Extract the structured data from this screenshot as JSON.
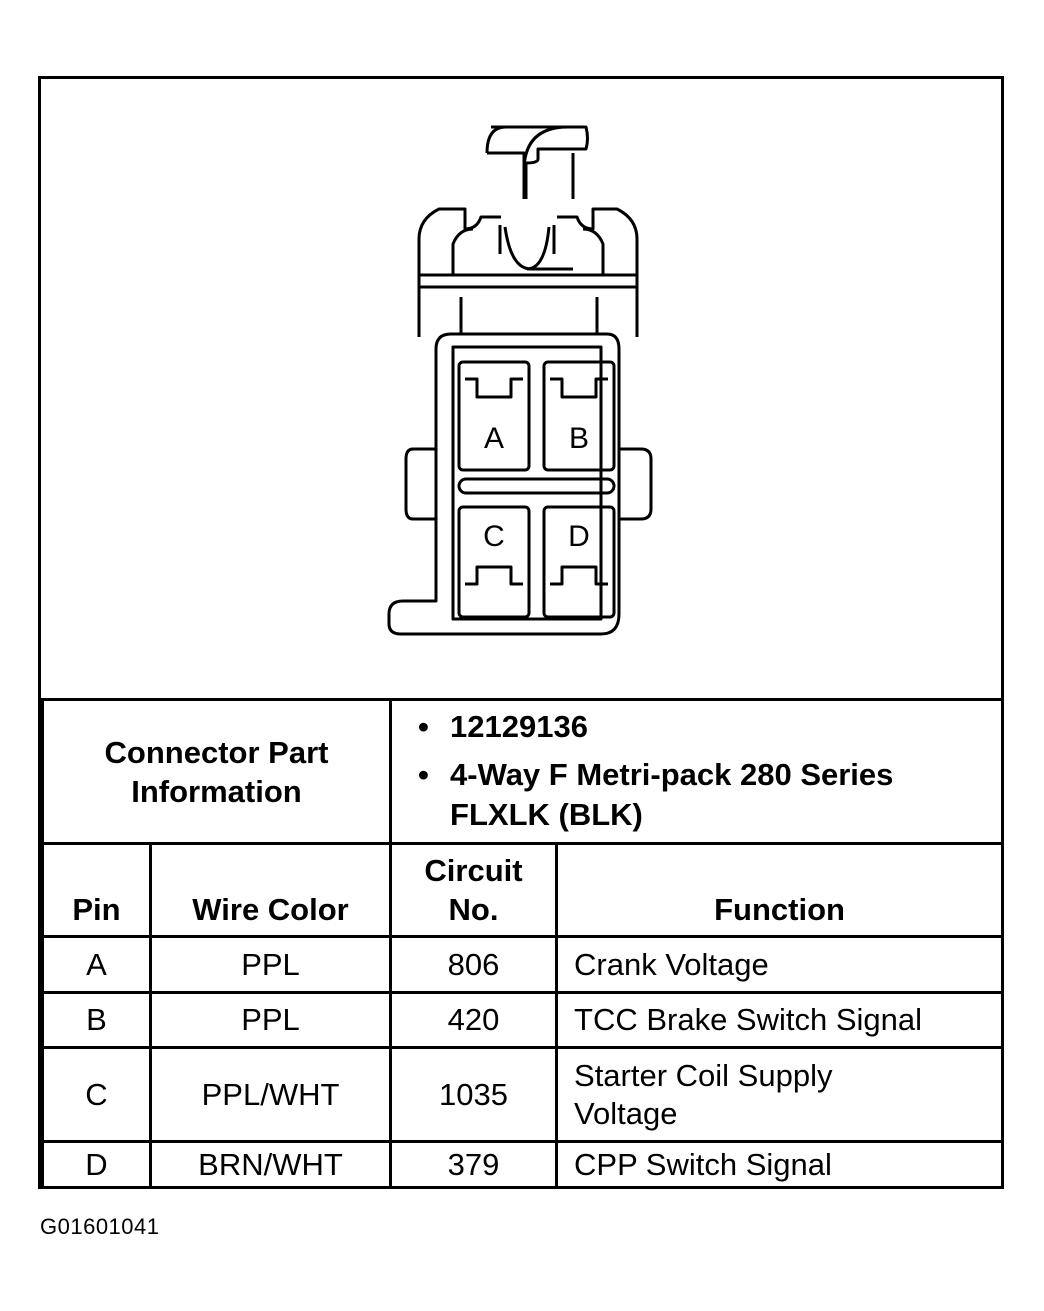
{
  "connector": {
    "pins": [
      "A",
      "B",
      "C",
      "D"
    ]
  },
  "part_info": {
    "label_line1": "Connector Part",
    "label_line2": "Information",
    "items": [
      {
        "text": "12129136"
      },
      {
        "line1": "4-Way F Metri-pack 280 Series",
        "line2": "FLXLK (BLK)"
      }
    ]
  },
  "headers": {
    "pin": "Pin",
    "wire_color": "Wire Color",
    "circuit_line1": "Circuit",
    "circuit_line2": "No.",
    "function": "Function"
  },
  "rows": [
    {
      "pin": "A",
      "wire_color": "PPL",
      "circuit": "806",
      "function_line1": "Crank Voltage",
      "function_line2": ""
    },
    {
      "pin": "B",
      "wire_color": "PPL",
      "circuit": "420",
      "function_line1": "TCC Brake Switch Signal",
      "function_line2": ""
    },
    {
      "pin": "C",
      "wire_color": "PPL/WHT",
      "circuit": "1035",
      "function_line1": "Starter Coil Supply",
      "function_line2": "Voltage"
    },
    {
      "pin": "D",
      "wire_color": "BRN/WHT",
      "circuit": "379",
      "function_line1": "CPP Switch Signal",
      "function_line2": ""
    }
  ],
  "figure_code": "G01601041"
}
